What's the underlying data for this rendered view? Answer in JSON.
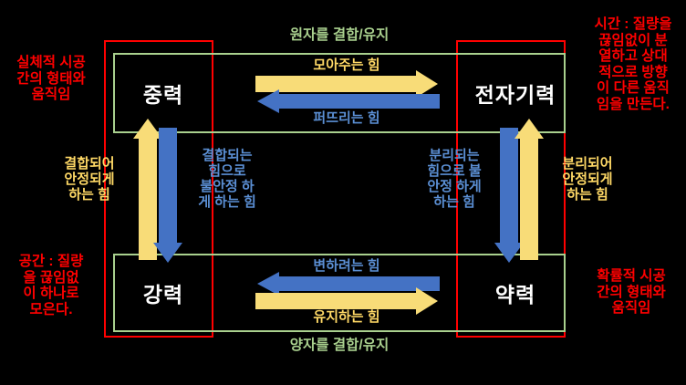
{
  "diagram": {
    "title_hidden": "",
    "colors": {
      "background": "#000000",
      "yellow": "#f8dc78",
      "blue": "#4472c4",
      "red": "#ff0000",
      "green": "#a9d08e",
      "white": "#ffffff"
    },
    "forces": {
      "gravity": "중력",
      "electromagnetic": "전자기력",
      "strong": "강력",
      "weak": "약력"
    },
    "frames": {
      "top_green_caption": "원자를 결합/유지",
      "bottom_green_caption": "양자를 결합/유지"
    },
    "corners": {
      "top_left": "실체적 시공\n간의 형태와\n움직임",
      "top_right": "시간 : 질량을\n끊임없이 분\n열하고 상대\n적으로 방향\n이 다른 움직\n임을 만든다.",
      "bottom_left": "공간 : 질량\n을 끊임없\n이 하나로\n모은다.",
      "bottom_right": "확률적 시공\n간의 형태와\n움직임"
    },
    "arrows": {
      "top_yellow_right": "모아주는 힘",
      "top_blue_left": "퍼뜨리는 힘",
      "bottom_blue_left": "변하려는 힘",
      "bottom_yellow_right": "유지하는 힘",
      "left_yellow_up": "결합되어\n안정되게\n하는 힘",
      "left_blue_down": "결합되는\n힘으로\n불안정 하\n게 하는 힘",
      "right_blue_down": "분리되는\n힘으로 불\n안정 하게\n하는 힘",
      "right_yellow_up": "분리되어\n안정되게\n하는 힘"
    }
  }
}
